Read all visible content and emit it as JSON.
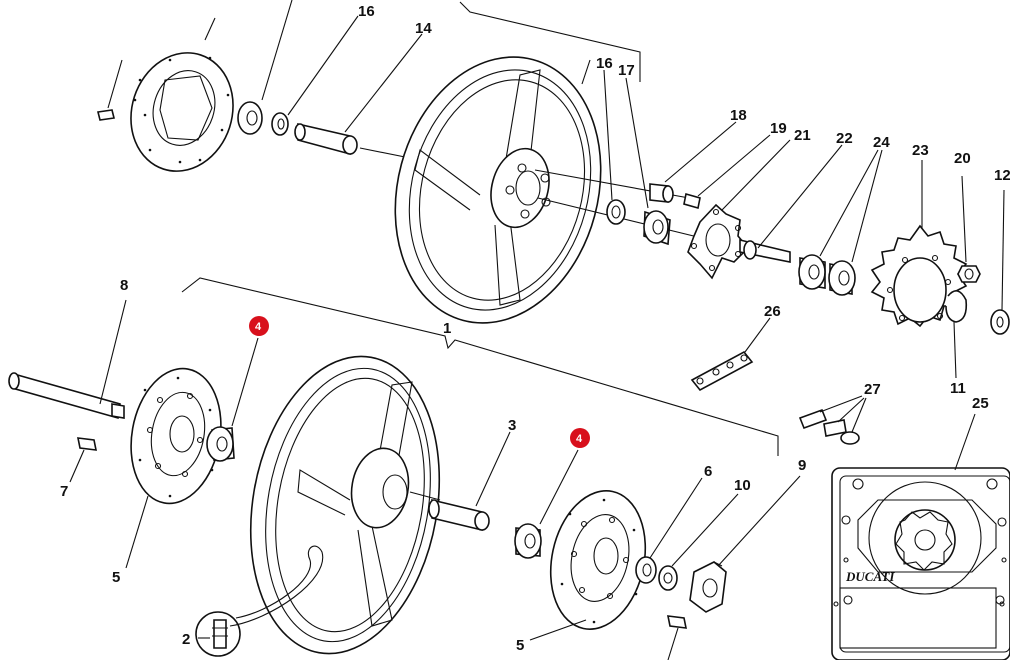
{
  "labels": {
    "l16a": "16",
    "l14": "14",
    "l16b": "16",
    "l17": "17",
    "l18": "18",
    "l19": "19",
    "l21": "21",
    "l22": "22",
    "l24": "24",
    "l23": "23",
    "l20": "20",
    "l12": "12",
    "l8": "8",
    "l1": "1",
    "l26": "26",
    "l11": "11",
    "l25": "25",
    "l27": "27",
    "l7": "7",
    "l5a": "5",
    "l3": "3",
    "l6": "6",
    "l10": "10",
    "l9": "9",
    "l2": "2",
    "l5b": "5"
  },
  "badges": {
    "b4a": "4",
    "b4b": "4"
  },
  "brand_text": "DUCATI",
  "colors": {
    "badge": "#d8101c",
    "line": "#111111"
  }
}
